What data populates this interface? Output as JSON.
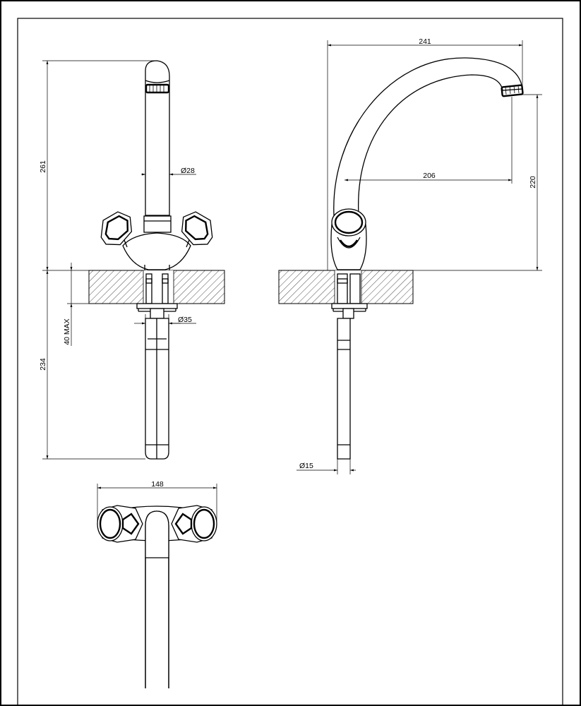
{
  "dimensions": {
    "front_height_above": "261",
    "spout_diameter": "Ø28",
    "deck_thickness": "40 MAX",
    "below_length": "234",
    "shank_diameter": "Ø35",
    "reach_total": "241",
    "reach_spout": "206",
    "spout_height": "220",
    "pipe_diameter": "Ø15",
    "handle_span": "148"
  }
}
